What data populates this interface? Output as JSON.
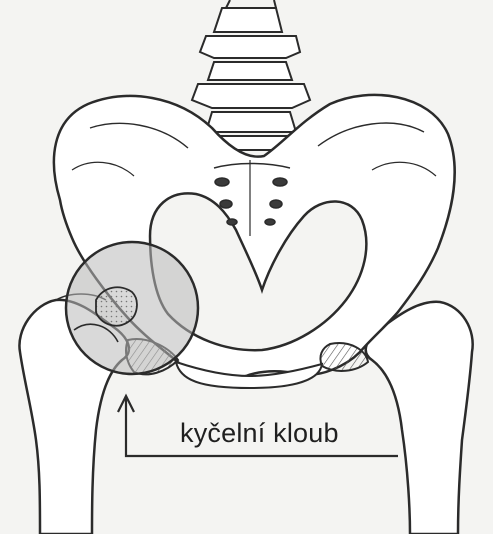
{
  "label": {
    "text": "kyčelní kloub"
  },
  "colors": {
    "ink": "#2b2b2b",
    "bone": "#ffffff",
    "paper": "#f4f4f2",
    "highlight": "#b9b9b9",
    "shade": "#9a9a9a"
  },
  "icons": [
    "pelvis-illustration",
    "spine",
    "femur-left",
    "femur-right",
    "hip-joint-highlight-circle",
    "pointer-arrow"
  ]
}
